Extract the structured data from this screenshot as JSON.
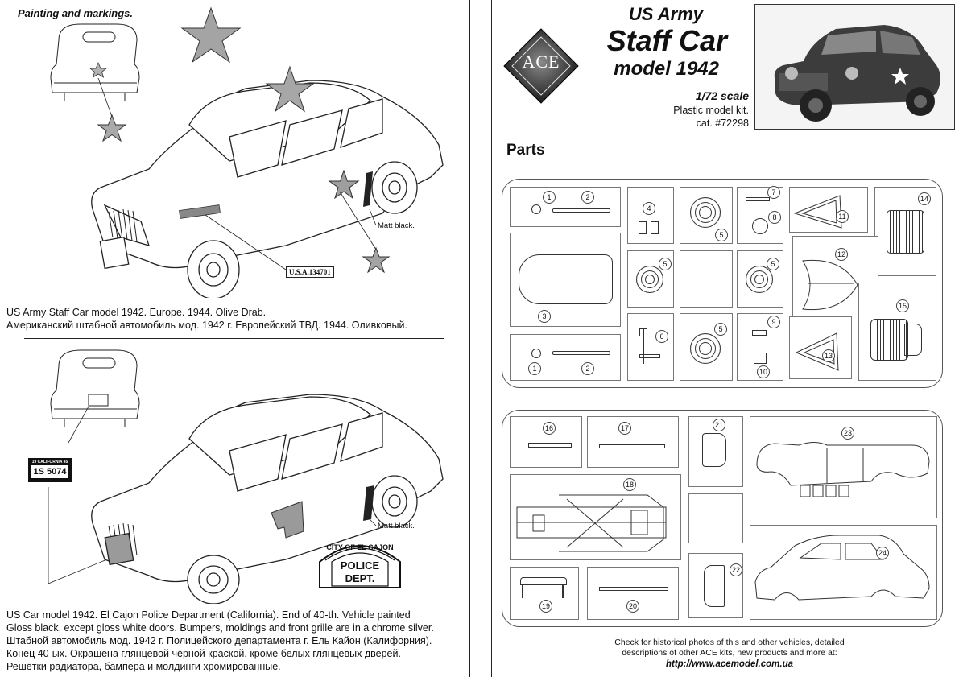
{
  "left_page": {
    "section_title": "Painting and markings.",
    "scheme1": {
      "label_matt": "Matt black.",
      "serial_decal": "U.S.A.134701",
      "caption_lines": [
        "US Army Staff Car model 1942. Europe. 1944. Olive Drab.",
        "Американский штабной автомобиль мод. 1942 г. Европейский ТВД. 1944. Оливковый."
      ]
    },
    "scheme2": {
      "label_matt": "Matt black.",
      "plate_top": "19 CALIFORNIA 45",
      "plate_number": "1S 5074",
      "badge_arc": "CITY OF EL CAJON",
      "badge_line1": "POLICE",
      "badge_line2": "DEPT.",
      "caption_lines": [
        "US Car model 1942. El Cajon Police Department (California). End of 40-th. Vehicle painted",
        "Gloss black, except gloss white doors. Bumpers, moldings and front grille are in a chrome silver.",
        "Штабной автомобиль мод. 1942 г. Полицейского департамента г. Ель Кайон (Калифорния).",
        "Конец 40-ых. Окрашена глянцевой чёрной краской, кроме белых глянцевых дверей.",
        "Решётки радиатора, бампера и молдинги хромированные."
      ]
    }
  },
  "right_page": {
    "logo_text": "ACE",
    "title_line1": "US Army",
    "title_line2": "Staff Car",
    "title_line3": "model 1942",
    "scale": "1/72 scale",
    "kit_type": "Plastic model kit.",
    "catalog": "cat. #72298",
    "parts_heading": "Parts",
    "part_numbers": [
      "1",
      "2",
      "3",
      "4",
      "5",
      "6",
      "7",
      "8",
      "9",
      "10",
      "11",
      "12",
      "13",
      "14",
      "15",
      "16",
      "17",
      "18",
      "19",
      "20",
      "21",
      "22",
      "23",
      "24"
    ],
    "footer_line1": "Check for historical photos of this and  other vehicles, detailed",
    "footer_line2": "descriptions of other ACE kits, new products and more at:",
    "url": "http://www.acemodel.com.ua"
  },
  "colors": {
    "olive_star": "#b3b3b3",
    "line": "#222222"
  }
}
